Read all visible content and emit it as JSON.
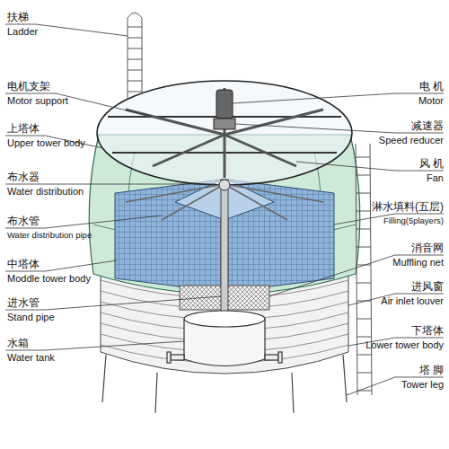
{
  "diagram": {
    "labels": [
      "扶梯",
      "Ladder",
      "电机支架",
      "Motor support",
      "上塔体",
      "Upper tower body",
      "布水器",
      "Water distribution",
      "布水管",
      "Water distribution pipe",
      "中塔体",
      "Moddle tower body",
      "进水管",
      "Stand pipe",
      "水箱",
      "Water tank",
      "电 机",
      "Motor",
      "减速器",
      "Speed reducer",
      "风 机",
      "Fan",
      "淋水填料(五层)",
      "Filling(5players)",
      "消音网",
      "Muffling net",
      "进风窗",
      "Air inlet louver",
      "下塔体",
      "Lower tower body",
      "塔 脚",
      "Tower leg"
    ]
  }
}
